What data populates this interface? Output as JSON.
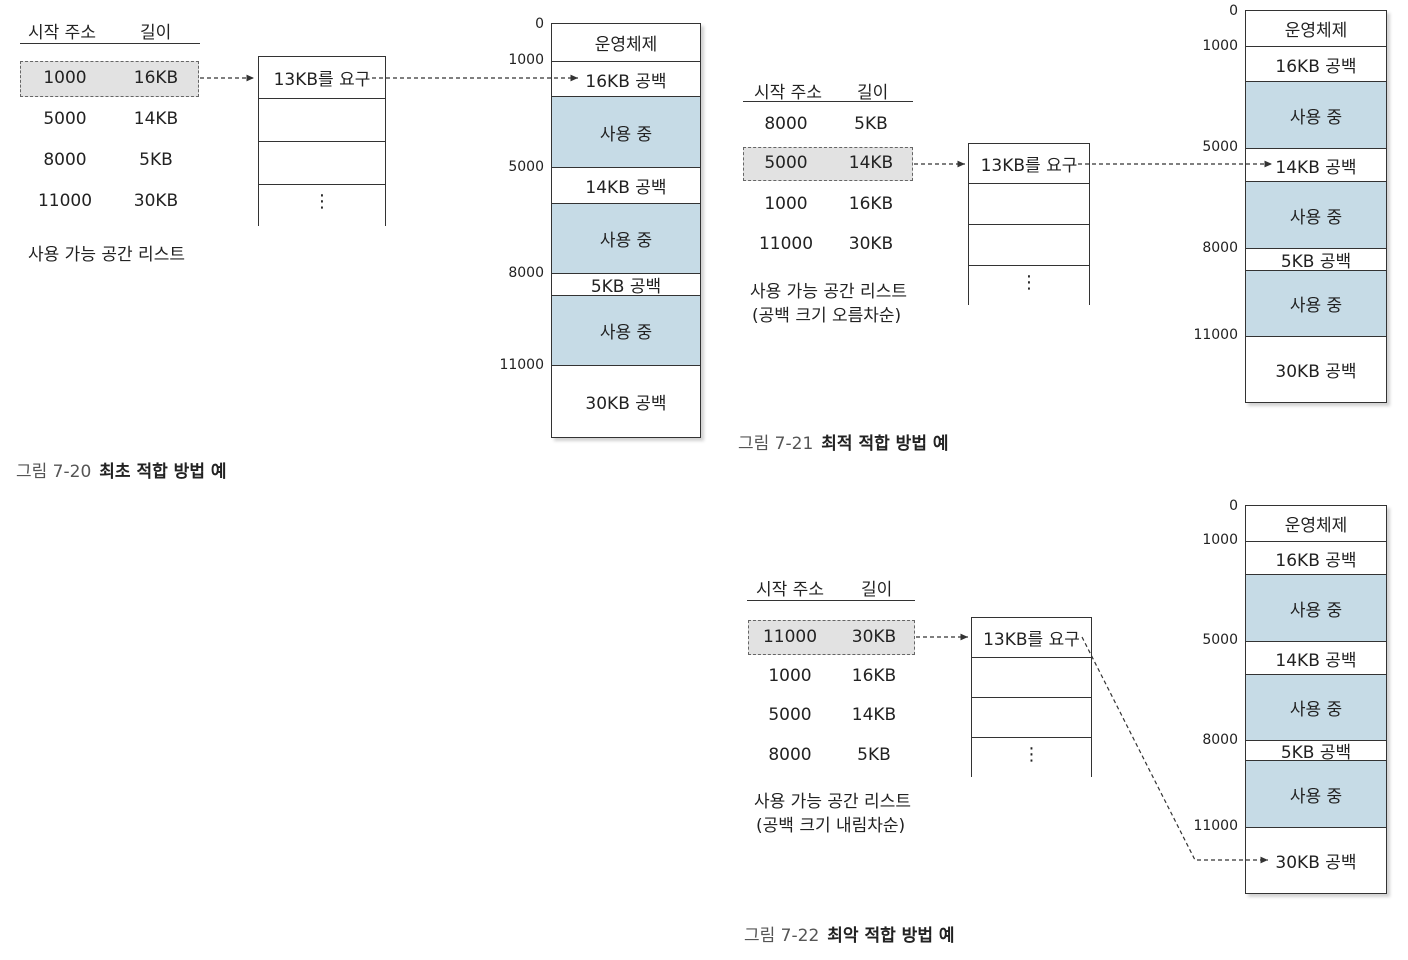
{
  "labels": {
    "col_addr": "시작 주소",
    "col_len": "길이",
    "request": "13KB를 요구",
    "dots": "⋮"
  },
  "fig20": {
    "caption_num": "그림 7-20",
    "caption_title": "최초 적합 방법 예",
    "list_caption": "사용 가능 공간 리스트",
    "list": [
      {
        "addr": "1000",
        "len": "16KB"
      },
      {
        "addr": "5000",
        "len": "14KB"
      },
      {
        "addr": "8000",
        "len": "5KB"
      },
      {
        "addr": "11000",
        "len": "30KB"
      }
    ],
    "memory": [
      "운영체제",
      "16KB 공백",
      "사용 중",
      "14KB 공백",
      "사용 중",
      "5KB 공백",
      "사용 중",
      "30KB 공백"
    ],
    "addresses": [
      "0",
      "1000",
      "5000",
      "8000",
      "11000"
    ]
  },
  "fig21": {
    "caption_num": "그림 7-21",
    "caption_title": "최적 적합 방법 예",
    "list_caption_1": "사용 가능 공간 리스트",
    "list_caption_2": "(공백 크기 오름차순)",
    "list": [
      {
        "addr": "8000",
        "len": "5KB"
      },
      {
        "addr": "5000",
        "len": "14KB"
      },
      {
        "addr": "1000",
        "len": "16KB"
      },
      {
        "addr": "11000",
        "len": "30KB"
      }
    ],
    "memory": [
      "운영체제",
      "16KB 공백",
      "사용 중",
      "14KB 공백",
      "사용 중",
      "5KB 공백",
      "사용 중",
      "30KB 공백"
    ],
    "addresses": [
      "0",
      "1000",
      "5000",
      "8000",
      "11000"
    ]
  },
  "fig22": {
    "caption_num": "그림 7-22",
    "caption_title": "최악 적합 방법 예",
    "list_caption_1": "사용 가능 공간 리스트",
    "list_caption_2": "(공백 크기 내림차순)",
    "list": [
      {
        "addr": "11000",
        "len": "30KB"
      },
      {
        "addr": "1000",
        "len": "16KB"
      },
      {
        "addr": "5000",
        "len": "14KB"
      },
      {
        "addr": "8000",
        "len": "5KB"
      }
    ],
    "memory": [
      "운영체제",
      "16KB 공백",
      "사용 중",
      "14KB 공백",
      "사용 중",
      "5KB 공백",
      "사용 중",
      "30KB 공백"
    ],
    "addresses": [
      "0",
      "1000",
      "5000",
      "8000",
      "11000"
    ]
  },
  "colors": {
    "used": "#c6dbe6",
    "highlight": "#e2e2e2",
    "line": "#333333"
  }
}
